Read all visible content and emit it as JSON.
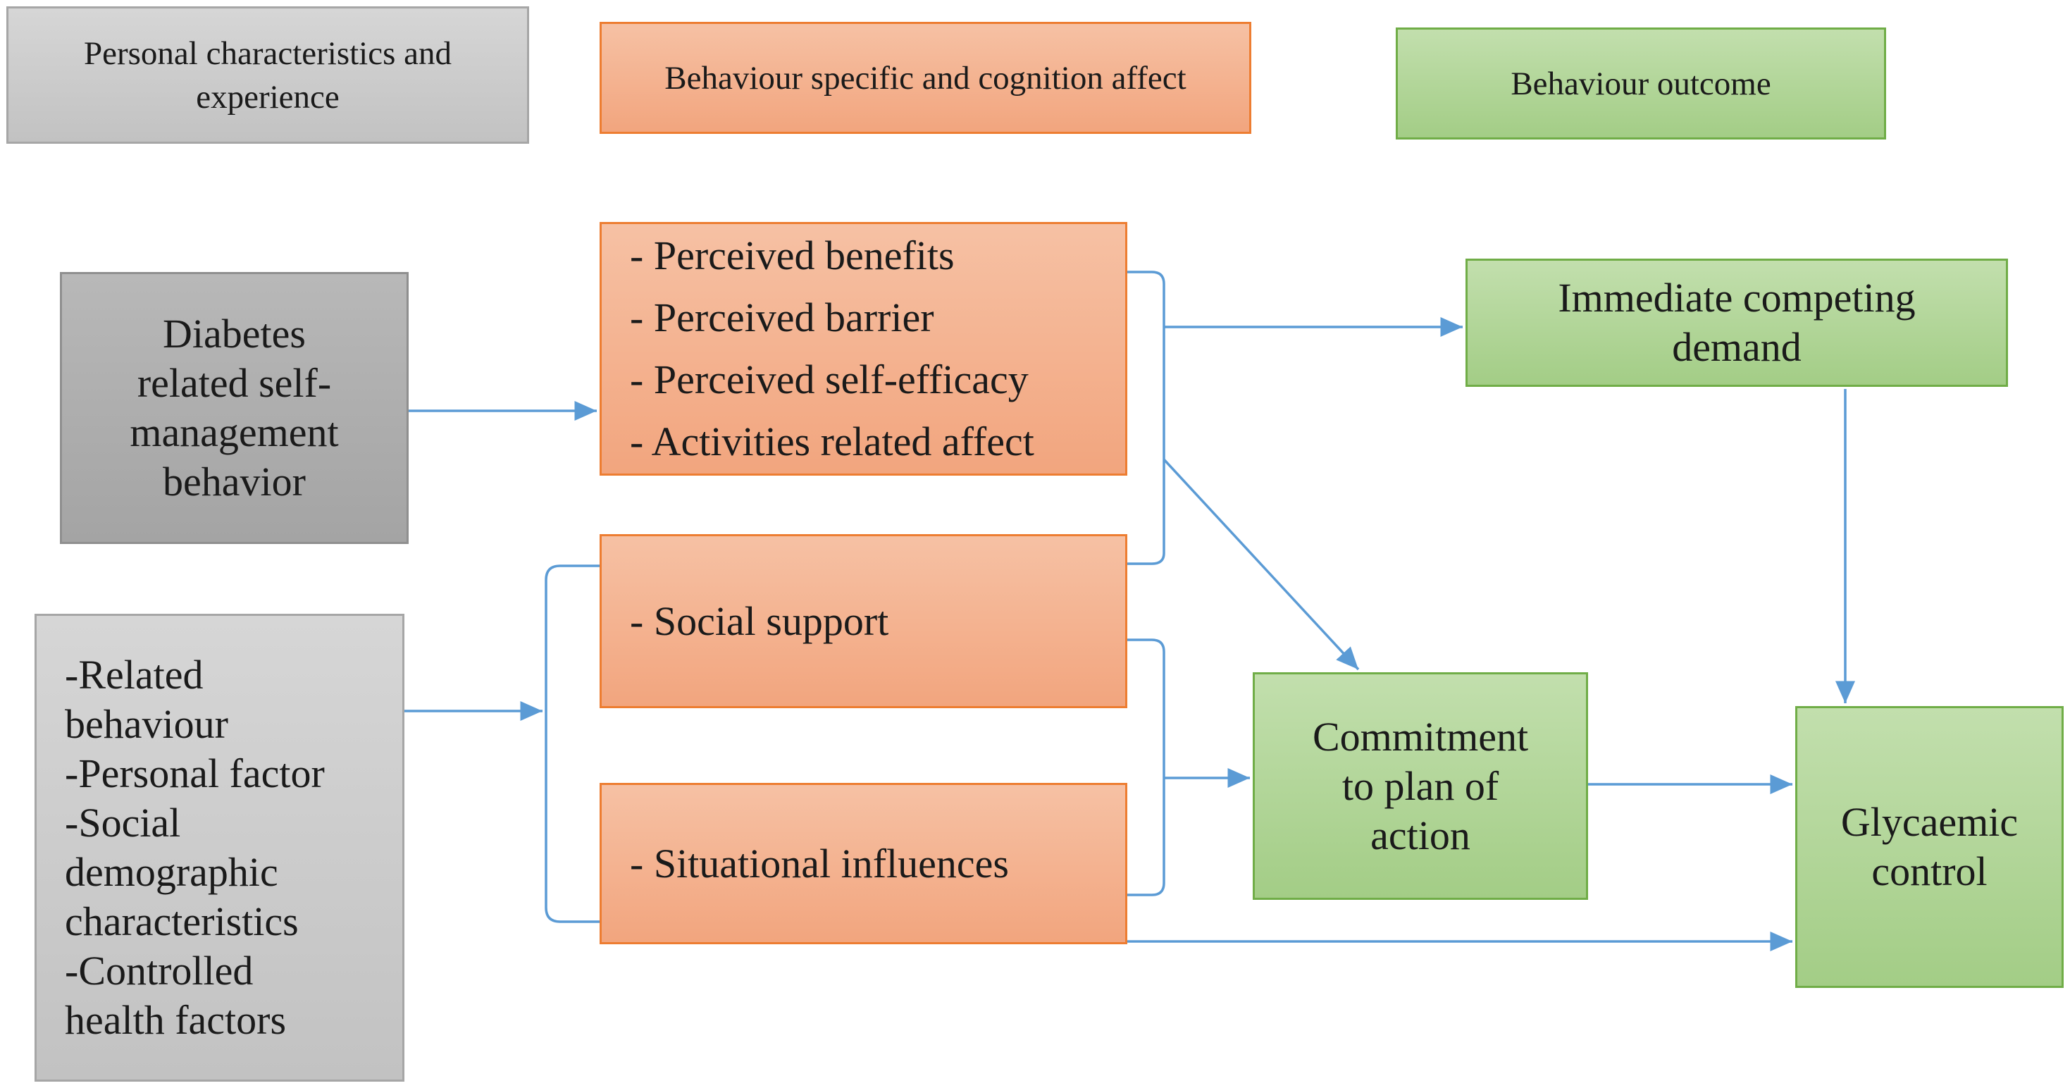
{
  "legend": {
    "personal": "Personal characteristics and\nexperience",
    "behaviour_specific": "Behaviour specific and cognition affect",
    "outcome": "Behaviour outcome"
  },
  "nodes": {
    "diabetes": "Diabetes\nrelated self-\nmanagement\nbehavior",
    "personal_factors": "-Related\nbehaviour\n-Personal factor\n-Social\ndemographic\ncharacteristics\n-Controlled\nhealth factors",
    "perceived_items": [
      "- Perceived benefits",
      "- Perceived barrier",
      "- Perceived self-efficacy",
      "- Activities related affect"
    ],
    "social_support": "- Social support",
    "situational": "- Situational influences",
    "immediate": "Immediate competing\ndemand",
    "commitment": "Commitment\nto plan of\naction",
    "glycaemic": "Glycaemic\ncontrol"
  },
  "colors": {
    "grey_light": "#c8c8c8",
    "grey_dark": "#a9a9a9",
    "orange": "#f4b183",
    "orange_border": "#ed7d31",
    "green": "#a9d18e",
    "green_border": "#70ad47",
    "arrow": "#5b9bd5"
  }
}
